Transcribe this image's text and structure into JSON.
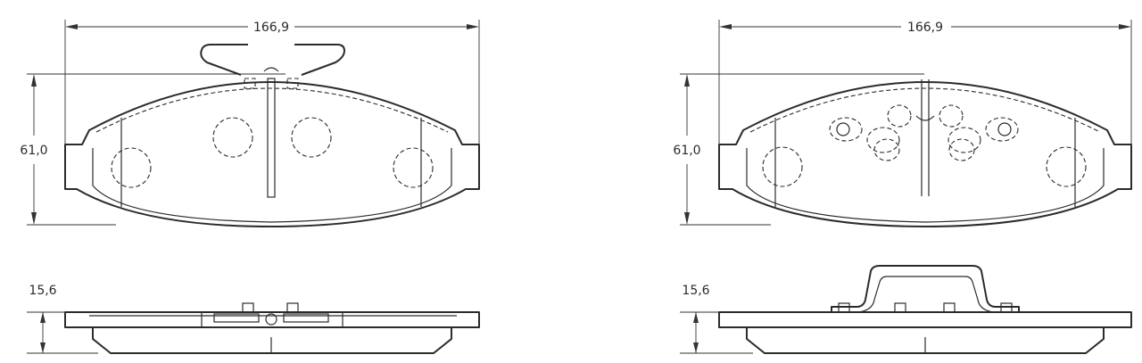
{
  "drawing": {
    "left_pad": {
      "width_label": "166,9",
      "height_label": "61,0",
      "thickness_label": "15,6"
    },
    "right_pad": {
      "width_label": "166,9",
      "height_label": "61,0",
      "thickness_label": "15,6"
    }
  }
}
